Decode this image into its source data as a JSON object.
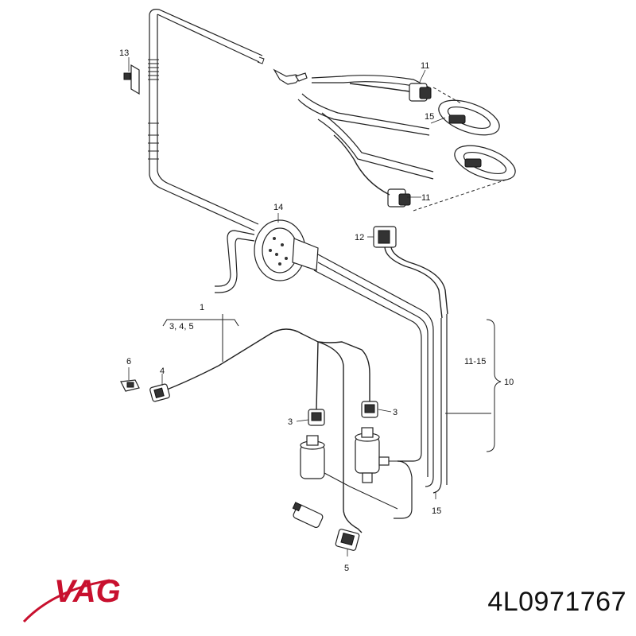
{
  "diagram": {
    "callouts": {
      "c1": "1",
      "c345": "3, 4, 5",
      "c3a": "3",
      "c3b": "3",
      "c4": "4",
      "c5": "5",
      "c6": "6",
      "c10": "10",
      "c1115": "11-15",
      "c11a": "11",
      "c11b": "11",
      "c12": "12",
      "c13": "13",
      "c14": "14",
      "c15a": "15",
      "c15b": "15"
    }
  },
  "brand": {
    "logo_text": "VAG",
    "logo_color": "#c8102e"
  },
  "part_number": "4L0971767"
}
